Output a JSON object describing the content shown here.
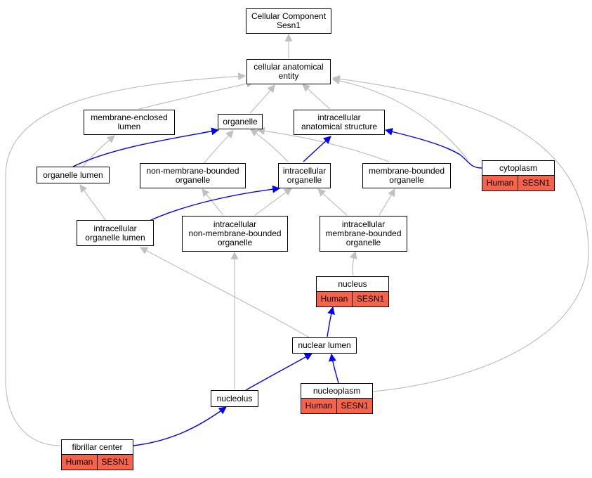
{
  "colors": {
    "gray_edge": "#c0c0c0",
    "blue_edge": "#0000ff",
    "tag_fill": "#f4634a"
  },
  "nodes": {
    "root": "Cellular Component\nSesn1",
    "cae": "cellular anatomical\nentity",
    "mel": "membrane-enclosed\nlumen",
    "organelle": "organelle",
    "ias": "intracellular\nanatomical structure",
    "ol": "organelle lumen",
    "nmbo": "non-membrane-bounded\norganelle",
    "io": "intracellular\norganelle",
    "mbo": "membrane-bounded\norganelle",
    "iol": "intracellular\norganelle lumen",
    "inmbo": "intracellular\nnon-membrane-bounded\norganelle",
    "imbo": "intracellular\nmembrane-bounded\norganelle",
    "nl": "nuclear lumen",
    "nucleolus": "nucleolus"
  },
  "tagged_nodes": {
    "cytoplasm": {
      "label": "cytoplasm",
      "organism": "Human",
      "gene": "SESN1"
    },
    "nucleus": {
      "label": "nucleus",
      "organism": "Human",
      "gene": "SESN1"
    },
    "nucleoplasm": {
      "label": "nucleoplasm",
      "organism": "Human",
      "gene": "SESN1"
    },
    "fibrillar": {
      "label": "fibrillar center",
      "organism": "Human",
      "gene": "SESN1"
    }
  }
}
